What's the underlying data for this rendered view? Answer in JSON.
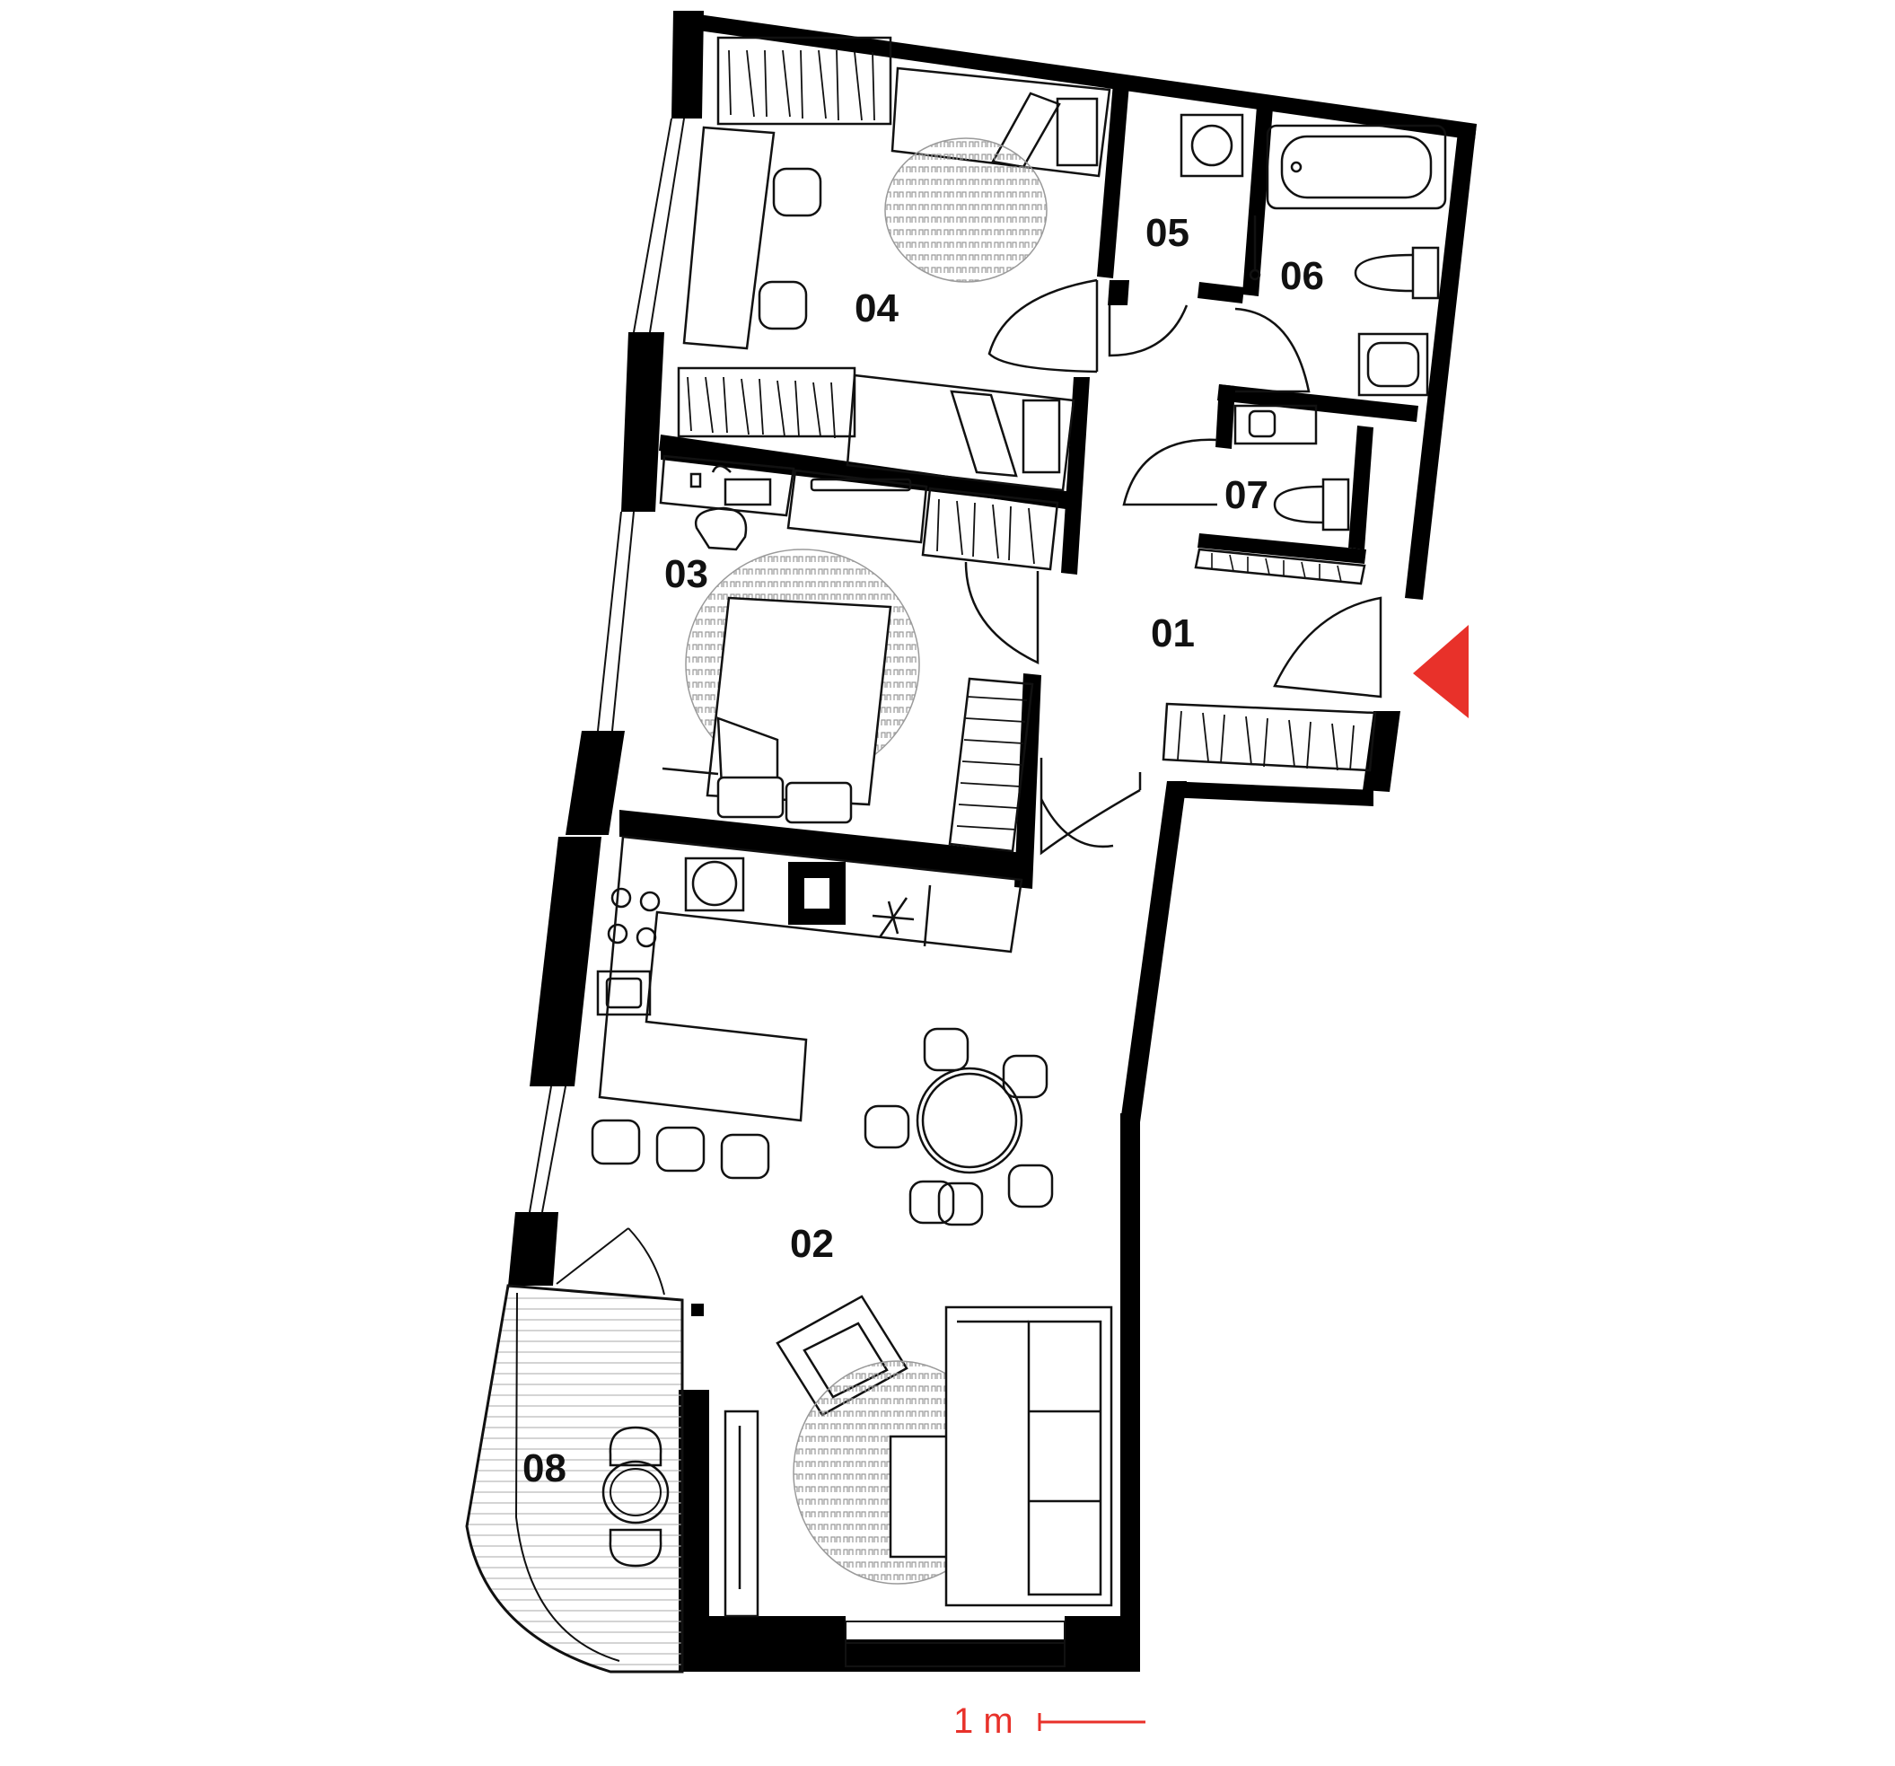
{
  "colors": {
    "wall": "#000000",
    "line": "#111111",
    "accent": "#e8312a",
    "rug": "#9a9a9a"
  },
  "rooms": {
    "r01": "01",
    "r02": "02",
    "r03": "03",
    "r04": "04",
    "r05": "05",
    "r06": "06",
    "r07": "07",
    "r08": "08"
  },
  "scale": {
    "label": "1 m"
  },
  "icons": {
    "entrance": "entrance-arrow-icon"
  }
}
